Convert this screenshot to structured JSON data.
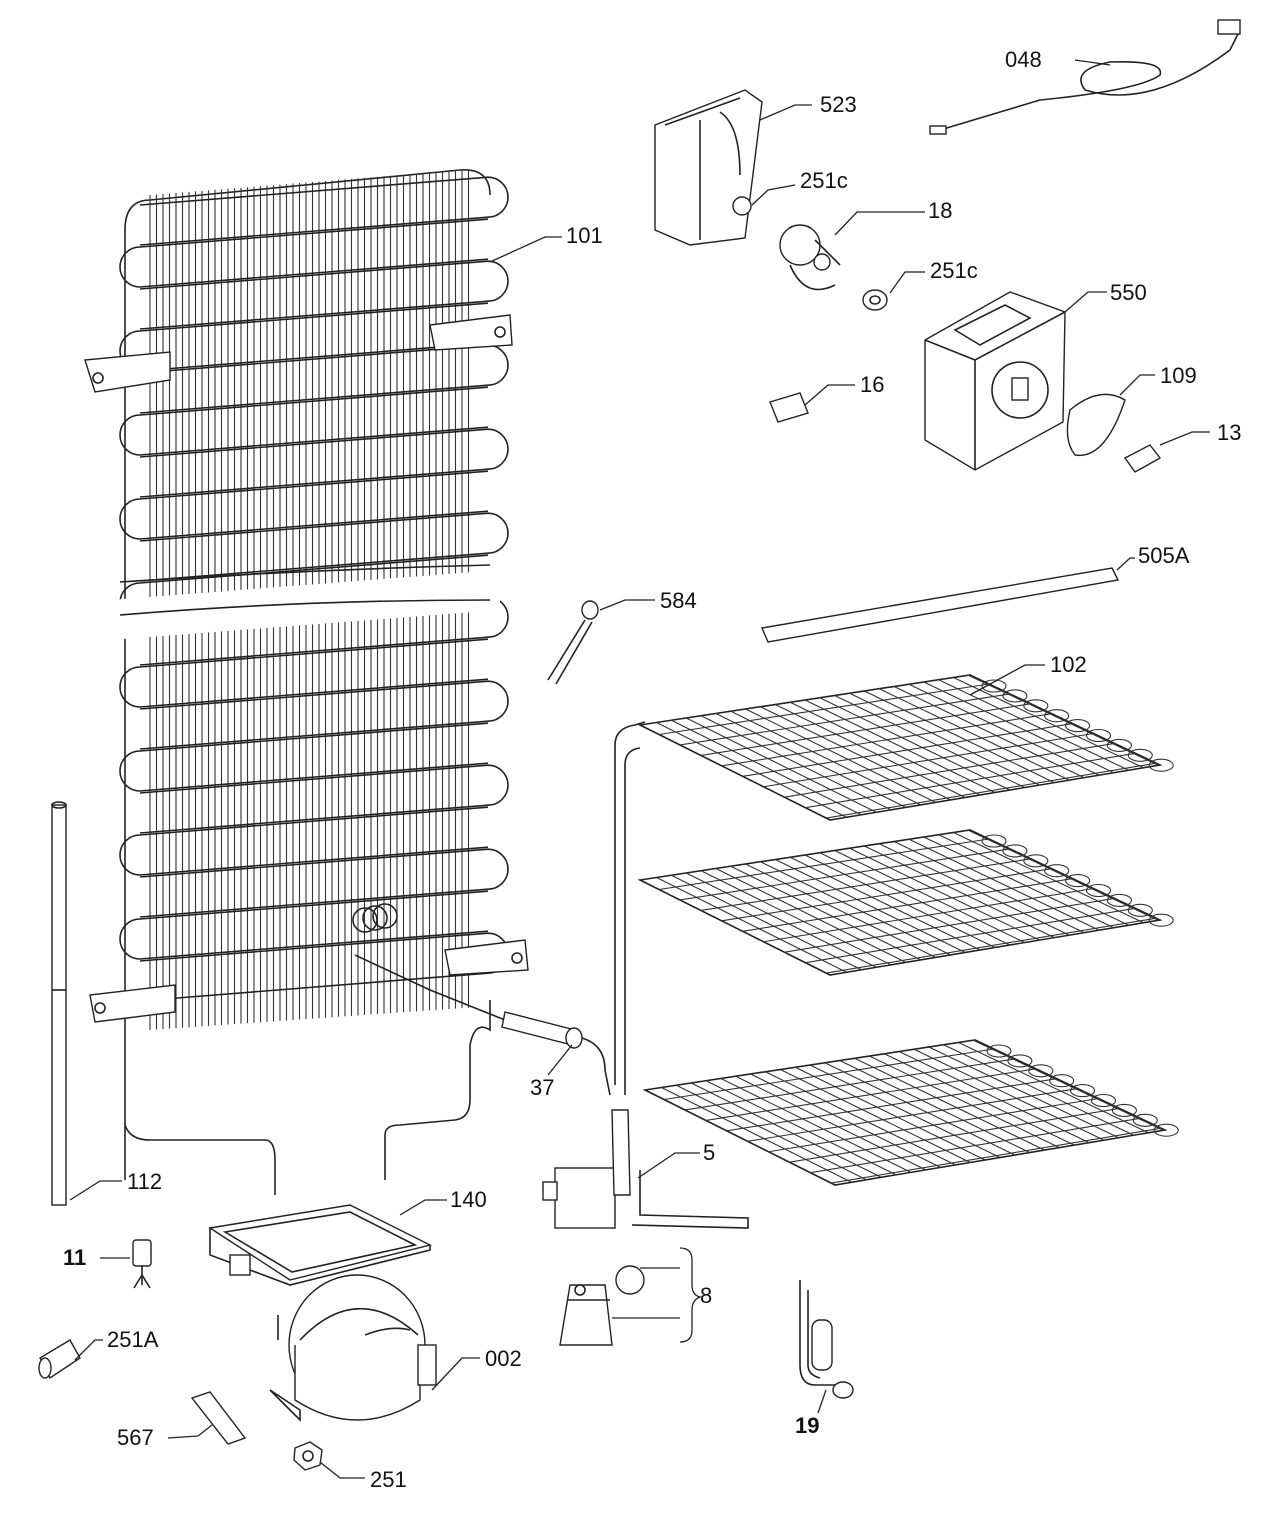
{
  "labels": {
    "p048": "048",
    "p523": "523",
    "p251c_a": "251c",
    "p18": "18",
    "p101": "101",
    "p251c_b": "251c",
    "p550": "550",
    "p16": "16",
    "p109": "109",
    "p13": "13",
    "p505a": "505A",
    "p584": "584",
    "p102": "102",
    "p37": "37",
    "p5": "5",
    "p112": "112",
    "p140": "140",
    "p11": "11",
    "p8": "8",
    "p251a": "251A",
    "p002": "002",
    "p567": "567",
    "p19": "19",
    "p251": "251"
  }
}
